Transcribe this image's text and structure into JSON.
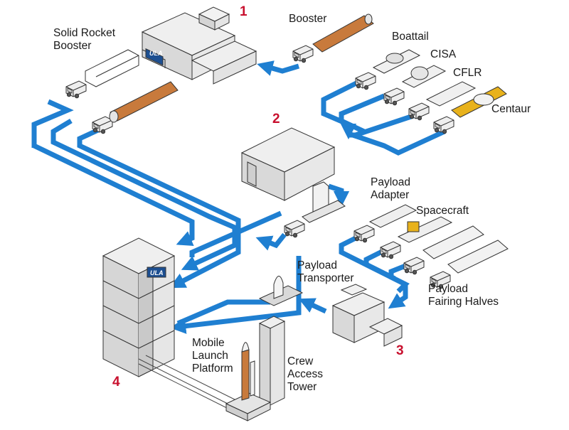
{
  "step_numbers": {
    "s1": "1",
    "s2": "2",
    "s3": "3",
    "s4": "4"
  },
  "labels": {
    "solid_rocket_booster": "Solid Rocket\nBooster",
    "booster": "Booster",
    "boattail": "Boattail",
    "cisa": "CISA",
    "cflr": "CFLR",
    "centaur": "Centaur",
    "payload_adapter": "Payload\nAdapter",
    "spacecraft": "Spacecraft",
    "payload_transporter": "Payload\nTransporter",
    "payload_fairing_halves": "Payload\nFairing Halves",
    "mobile_launch_platform": "Mobile\nLaunch\nPlatform",
    "crew_access_tower": "Crew\nAccess\nTower"
  },
  "logo_text": "ULA",
  "colors": {
    "route_blue": "#1f7fd1",
    "step_red": "#c8102e",
    "booster_orange": "#c87a3c",
    "centaur_yellow": "#e8b21c",
    "building_gray": "#e8e8e8",
    "outline": "#333333"
  },
  "icons": {
    "truck": "truck-icon",
    "building": "building-icon",
    "rocket": "rocket-icon",
    "arrow": "arrow-icon"
  }
}
